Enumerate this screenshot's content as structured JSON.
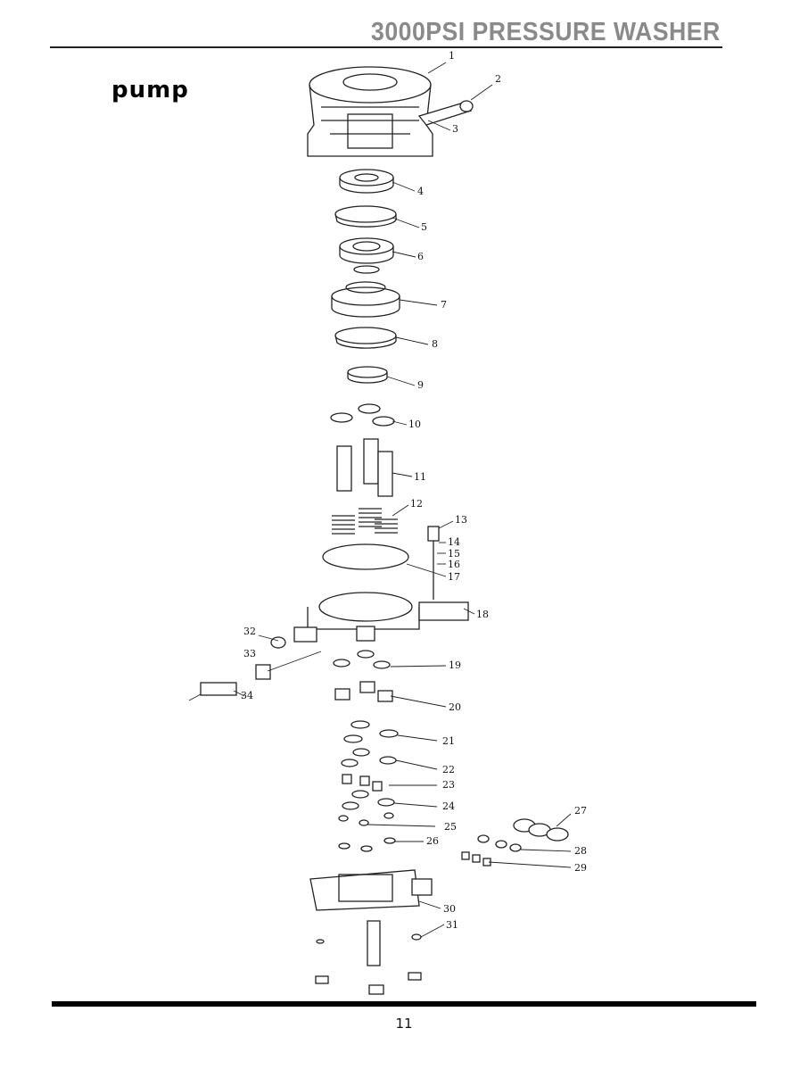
{
  "header": {
    "title": "3000PSI PRESSURE WASHER"
  },
  "section": {
    "title": "pump"
  },
  "diagram": {
    "callouts": [
      "1",
      "2",
      "3",
      "4",
      "5",
      "6",
      "7",
      "8",
      "9",
      "10",
      "11",
      "12",
      "13",
      "14",
      "15",
      "16",
      "17",
      "18",
      "19",
      "20",
      "21",
      "22",
      "23",
      "24",
      "25",
      "26",
      "27",
      "28",
      "29",
      "30",
      "31",
      "32",
      "33",
      "34"
    ]
  },
  "footer": {
    "page_number": "11"
  }
}
